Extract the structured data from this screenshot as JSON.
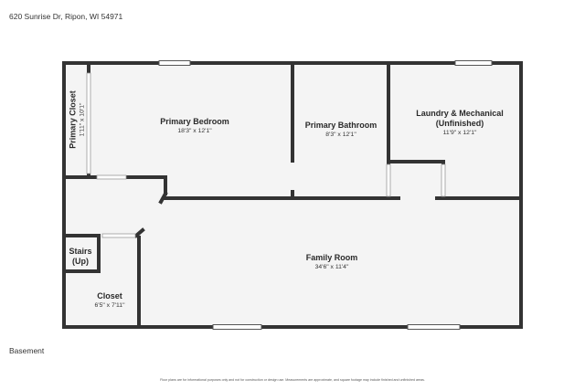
{
  "header": {
    "address": "620 Sunrise Dr, Ripon, WI 54971"
  },
  "footer": {
    "level": "Basement",
    "disclaimer": "Floor plans are for informational purposes only and not for construction or design use. Measurements are approximate, and square footage may include finished and unfinished areas."
  },
  "rooms": {
    "primary_closet": {
      "name": "Primary Closet",
      "dims": "1'11\" x 10'1\""
    },
    "primary_bedroom": {
      "name": "Primary Bedroom",
      "dims": "18'3\" x 12'1\""
    },
    "primary_bathroom": {
      "name": "Primary Bathroom",
      "dims": "8'3\" x 12'1\""
    },
    "laundry": {
      "name_line1": "Laundry & Mechanical",
      "name_line2": "(Unfinished)",
      "dims": "11'9\" x 12'1\""
    },
    "stairs": {
      "name_line1": "Stairs",
      "name_line2": "(Up)"
    },
    "closet": {
      "name": "Closet",
      "dims": "6'5\" x 7'11\""
    },
    "family_room": {
      "name": "Family Room",
      "dims": "34'6\" x 11'4\""
    }
  },
  "colors": {
    "wall": "#333333",
    "floor": "#f4f4f4",
    "window": "#ffffff"
  }
}
